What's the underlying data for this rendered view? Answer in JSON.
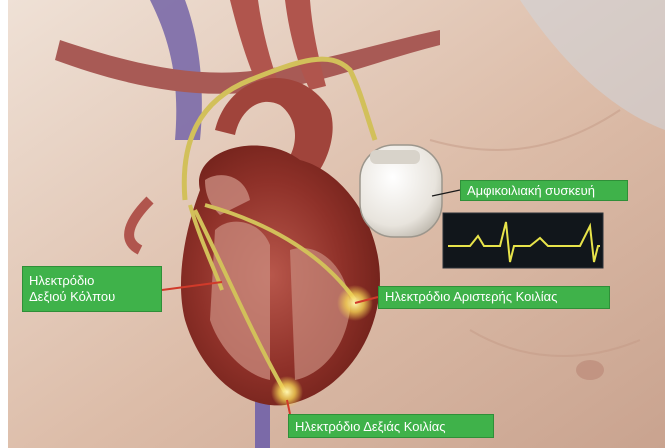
{
  "colors": {
    "callout_bg": "#3fb24a",
    "callout_text": "#ffffff",
    "skin": "#d9b9a4",
    "heart": "#9a3b33",
    "lead_wire": "#d2c05a",
    "ecg_trace": "#e7e34a"
  },
  "labels": {
    "device": "Αμφικοιλιακή συσκευή",
    "right_atrium_line1": "Ηλεκτρόδιο",
    "right_atrium_line2": "Δεξιού Κόλπου",
    "left_ventricle": "Ηλεκτρόδιο Αριστερής Κοιλίας",
    "right_ventricle": "Ηλεκτρόδιο Δεξιάς Κοιλίας"
  },
  "icons": {
    "pacemaker": "pacemaker-device-icon",
    "ecg": "ecg-waveform-icon"
  }
}
